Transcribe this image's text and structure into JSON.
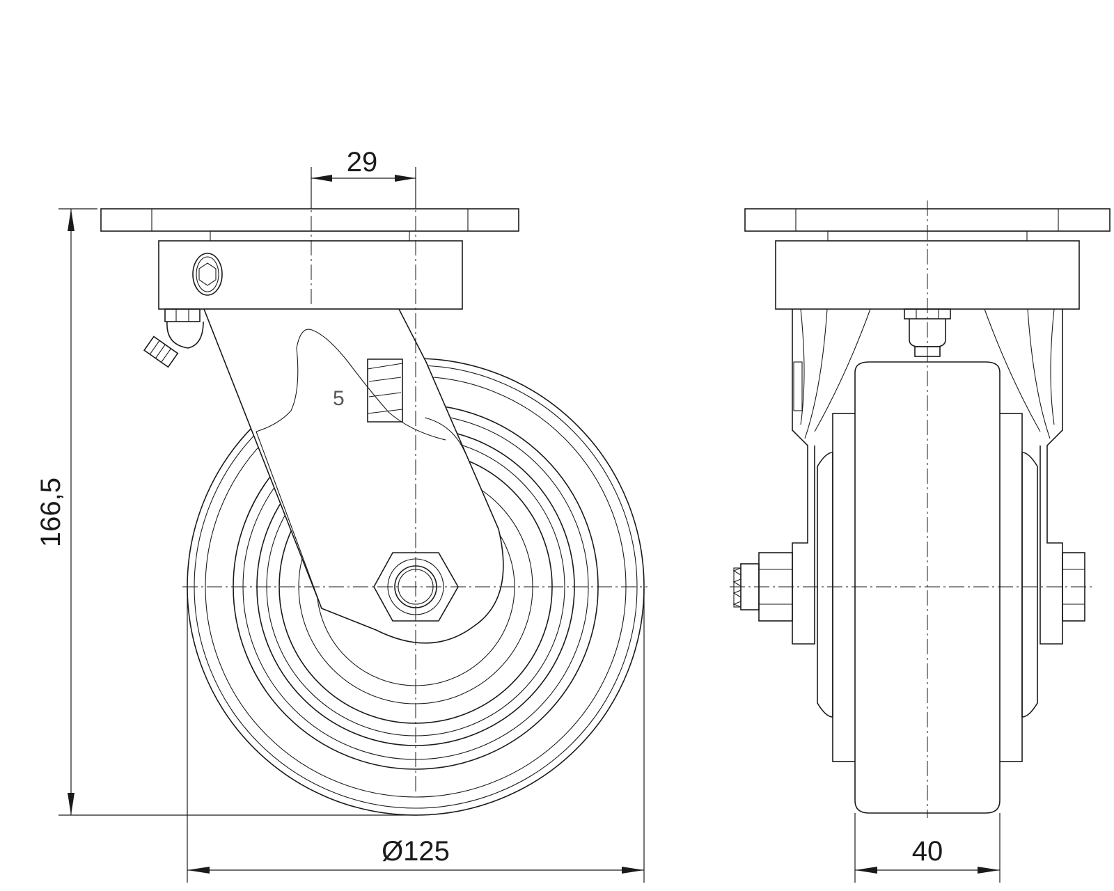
{
  "dimensions": {
    "offset": "29",
    "height": "166,5",
    "wheel_diameter": "Ø125",
    "wheel_width": "40"
  },
  "markings": {
    "plate_number": "5"
  },
  "colors": {
    "line": "#1a1a1a",
    "marking": "#555555",
    "background": "#ffffff"
  }
}
